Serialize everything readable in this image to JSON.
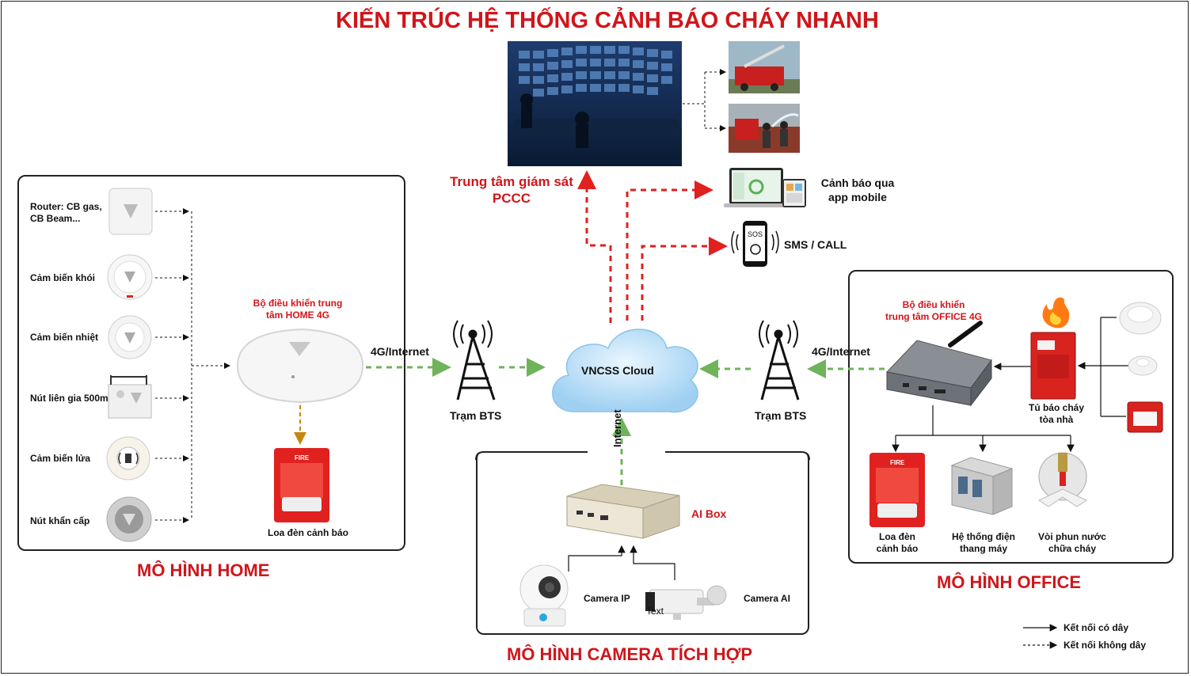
{
  "title": "KIẾN TRÚC HỆ THỐNG CẢNH BÁO CHÁY NHANH",
  "center": {
    "label_line1": "Trung tâm giám sát",
    "label_line2": "PCCC"
  },
  "notifications": {
    "app_line1": "Cảnh báo qua",
    "app_line2": "app mobile",
    "sms": "SMS / CALL",
    "sos": "SOS"
  },
  "cloud": {
    "label": "VNCSS Cloud"
  },
  "network": {
    "left_link": "4G/Internet",
    "right_link": "4G/Internet",
    "left_bts": "Trạm BTS",
    "right_bts": "Trạm BTS",
    "internet": "Internet"
  },
  "home": {
    "section": "MÔ HÌNH HOME",
    "devices": [
      {
        "line1": "Router: CB gas,",
        "line2": "CB Beam..."
      },
      {
        "line1": "Cảm biến khói",
        "line2": ""
      },
      {
        "line1": "Cảm biến nhiệt",
        "line2": ""
      },
      {
        "line1": "Nút liên gia 500m",
        "line2": ""
      },
      {
        "line1": "Cảm biến lửa",
        "line2": ""
      },
      {
        "line1": "Nút khẩn cấp",
        "line2": ""
      }
    ],
    "controller_line1": "Bộ điều khiển trung",
    "controller_line2": "tâm HOME 4G",
    "siren": "Loa đèn cảnh báo",
    "fire_tag": "FIRE"
  },
  "office": {
    "section": "MÔ HÌNH OFFICE",
    "controller_line1": "Bộ điều khiển",
    "controller_line2": "trung tâm OFFICE 4G",
    "panel_line1": "Tủ báo cháy",
    "panel_line2": "tòa nhà",
    "outputs": [
      {
        "line1": "Loa đèn",
        "line2": "cảnh báo"
      },
      {
        "line1": "Hệ thống điện",
        "line2": "thang máy"
      },
      {
        "line1": "Vòi phun nước",
        "line2": "chữa cháy"
      }
    ],
    "fire_tag": "FIRE"
  },
  "camera": {
    "section": "MÔ HÌNH CAMERA TÍCH HỢP",
    "ai_box": "AI Box",
    "camera_ip": "Camera IP",
    "camera_ai": "Camera AI",
    "stray": "Text"
  },
  "legend": {
    "wired": "Kết nối có dây",
    "wireless": "Kết nối không dây"
  },
  "colors": {
    "accent_red": "#d0161b",
    "green_link": "#6fb35b",
    "orange_link": "#c5850f",
    "cloud_blue": "#bfe0f7"
  }
}
